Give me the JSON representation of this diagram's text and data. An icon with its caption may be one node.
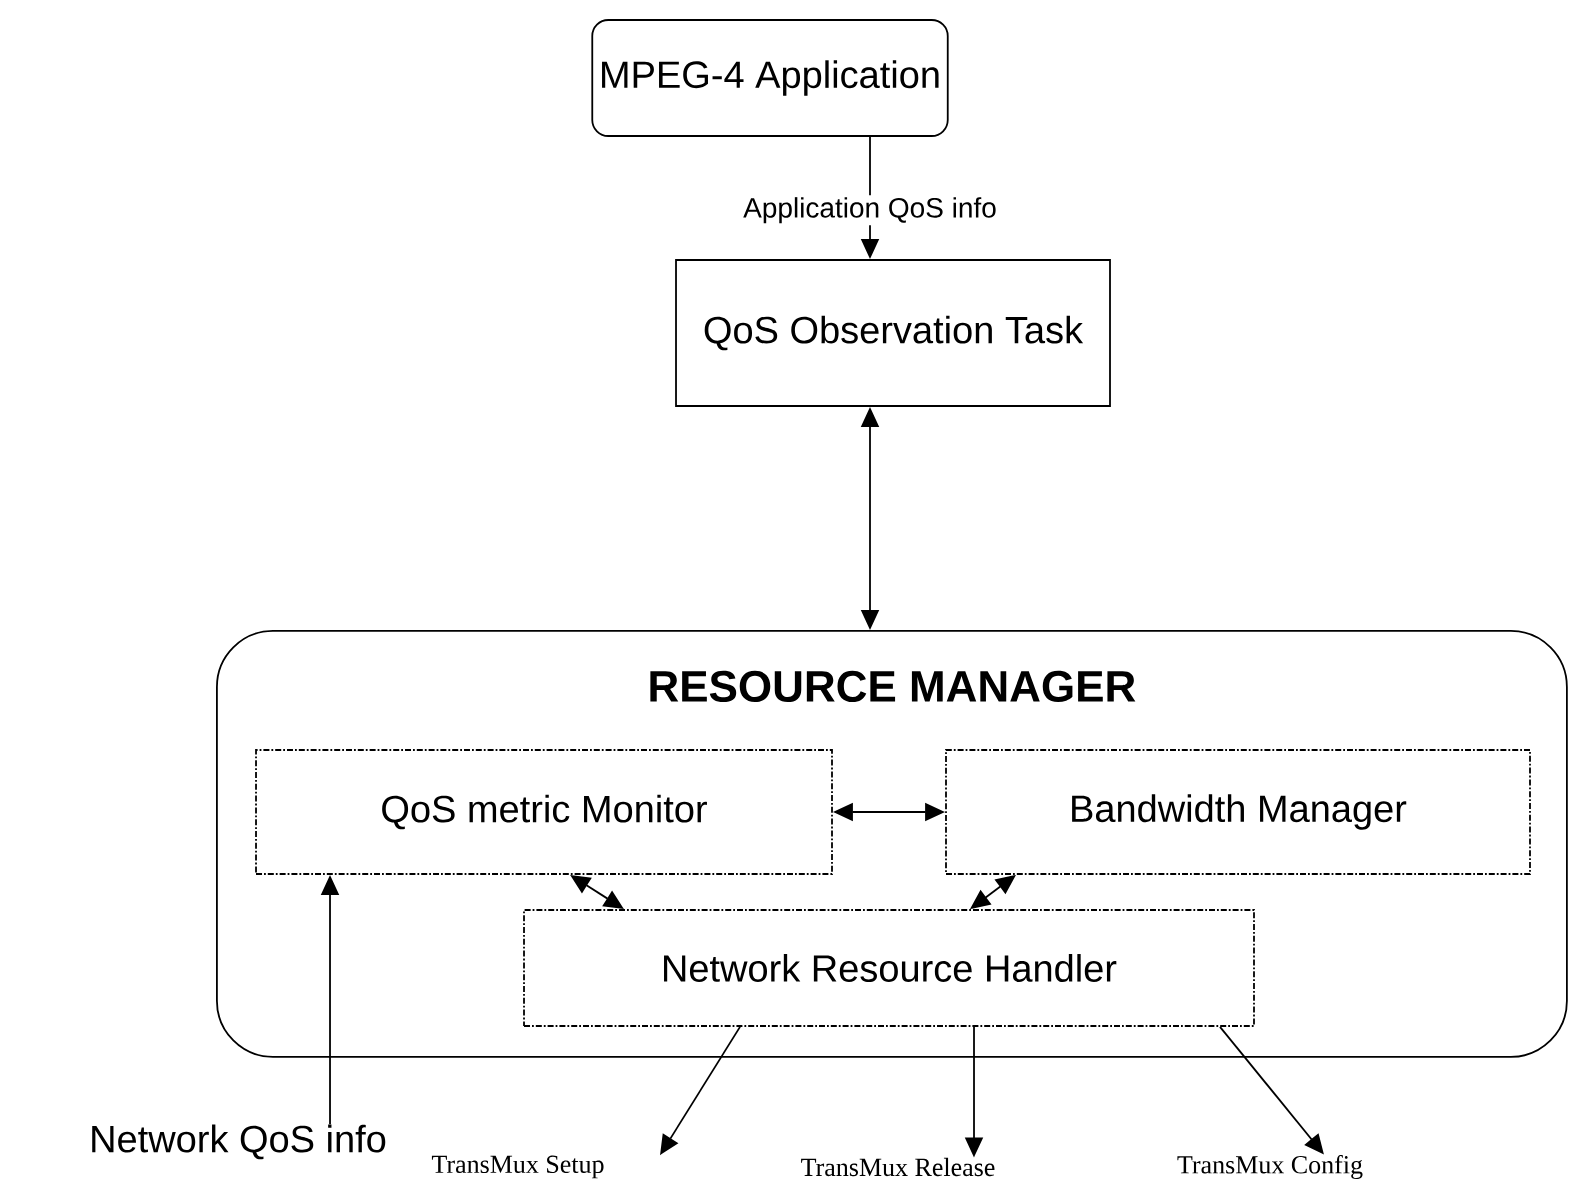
{
  "diagram": {
    "nodes": [
      {
        "text": [
          "MPEG-4 Application"
        ]
      },
      {
        "text": [
          "QoS Observation Task"
        ]
      },
      {
        "text": [
          "RESOURCE MANAGER"
        ]
      },
      {
        "text": [
          "QoS metric Monitor"
        ],
        "in": 2
      },
      {
        "text": [
          "Bandwidth Manager"
        ],
        "in": 2
      },
      {
        "text": [
          "Network Resource Handler"
        ],
        "in": 2
      },
      {
        "text": [
          "Network QoS info"
        ]
      },
      {
        "text": [
          "TransMux Setup"
        ]
      },
      {
        "text": [
          "TransMux Release"
        ]
      },
      {
        "text": [
          "TransMux Config"
        ]
      }
    ],
    "edges": [
      {
        "from": 0,
        "to": 1,
        "arrow": "to",
        "label": "Application QoS info"
      },
      {
        "from": 1,
        "to": 2,
        "arrow": "both"
      },
      {
        "from": 3,
        "to": 4,
        "arrow": "both"
      },
      {
        "from": 3,
        "to": 5,
        "arrow": "both"
      },
      {
        "from": 4,
        "to": 5,
        "arrow": "both"
      },
      {
        "from": 6,
        "to": 3,
        "arrow": "to"
      },
      {
        "from": 5,
        "to": 7,
        "arrow": "to"
      },
      {
        "from": 5,
        "to": 8,
        "arrow": "to"
      },
      {
        "from": 5,
        "to": 9,
        "arrow": "to"
      }
    ]
  }
}
